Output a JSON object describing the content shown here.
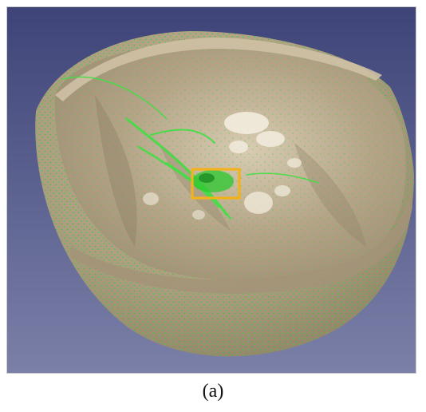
{
  "figure": {
    "caption": "(a)"
  },
  "colors": {
    "viewport_background_top": "#3e4478",
    "viewport_background_bottom": "#7b80a8",
    "model_surface": "#b6a689",
    "model_shadow": "#8f8068",
    "model_highlight": "#e6dccb",
    "point_cloud": "#38d13b",
    "selection_box": "#f2b21a"
  },
  "viewport": {
    "model": "point-cloud-bowl",
    "selection": "region-of-interest"
  }
}
